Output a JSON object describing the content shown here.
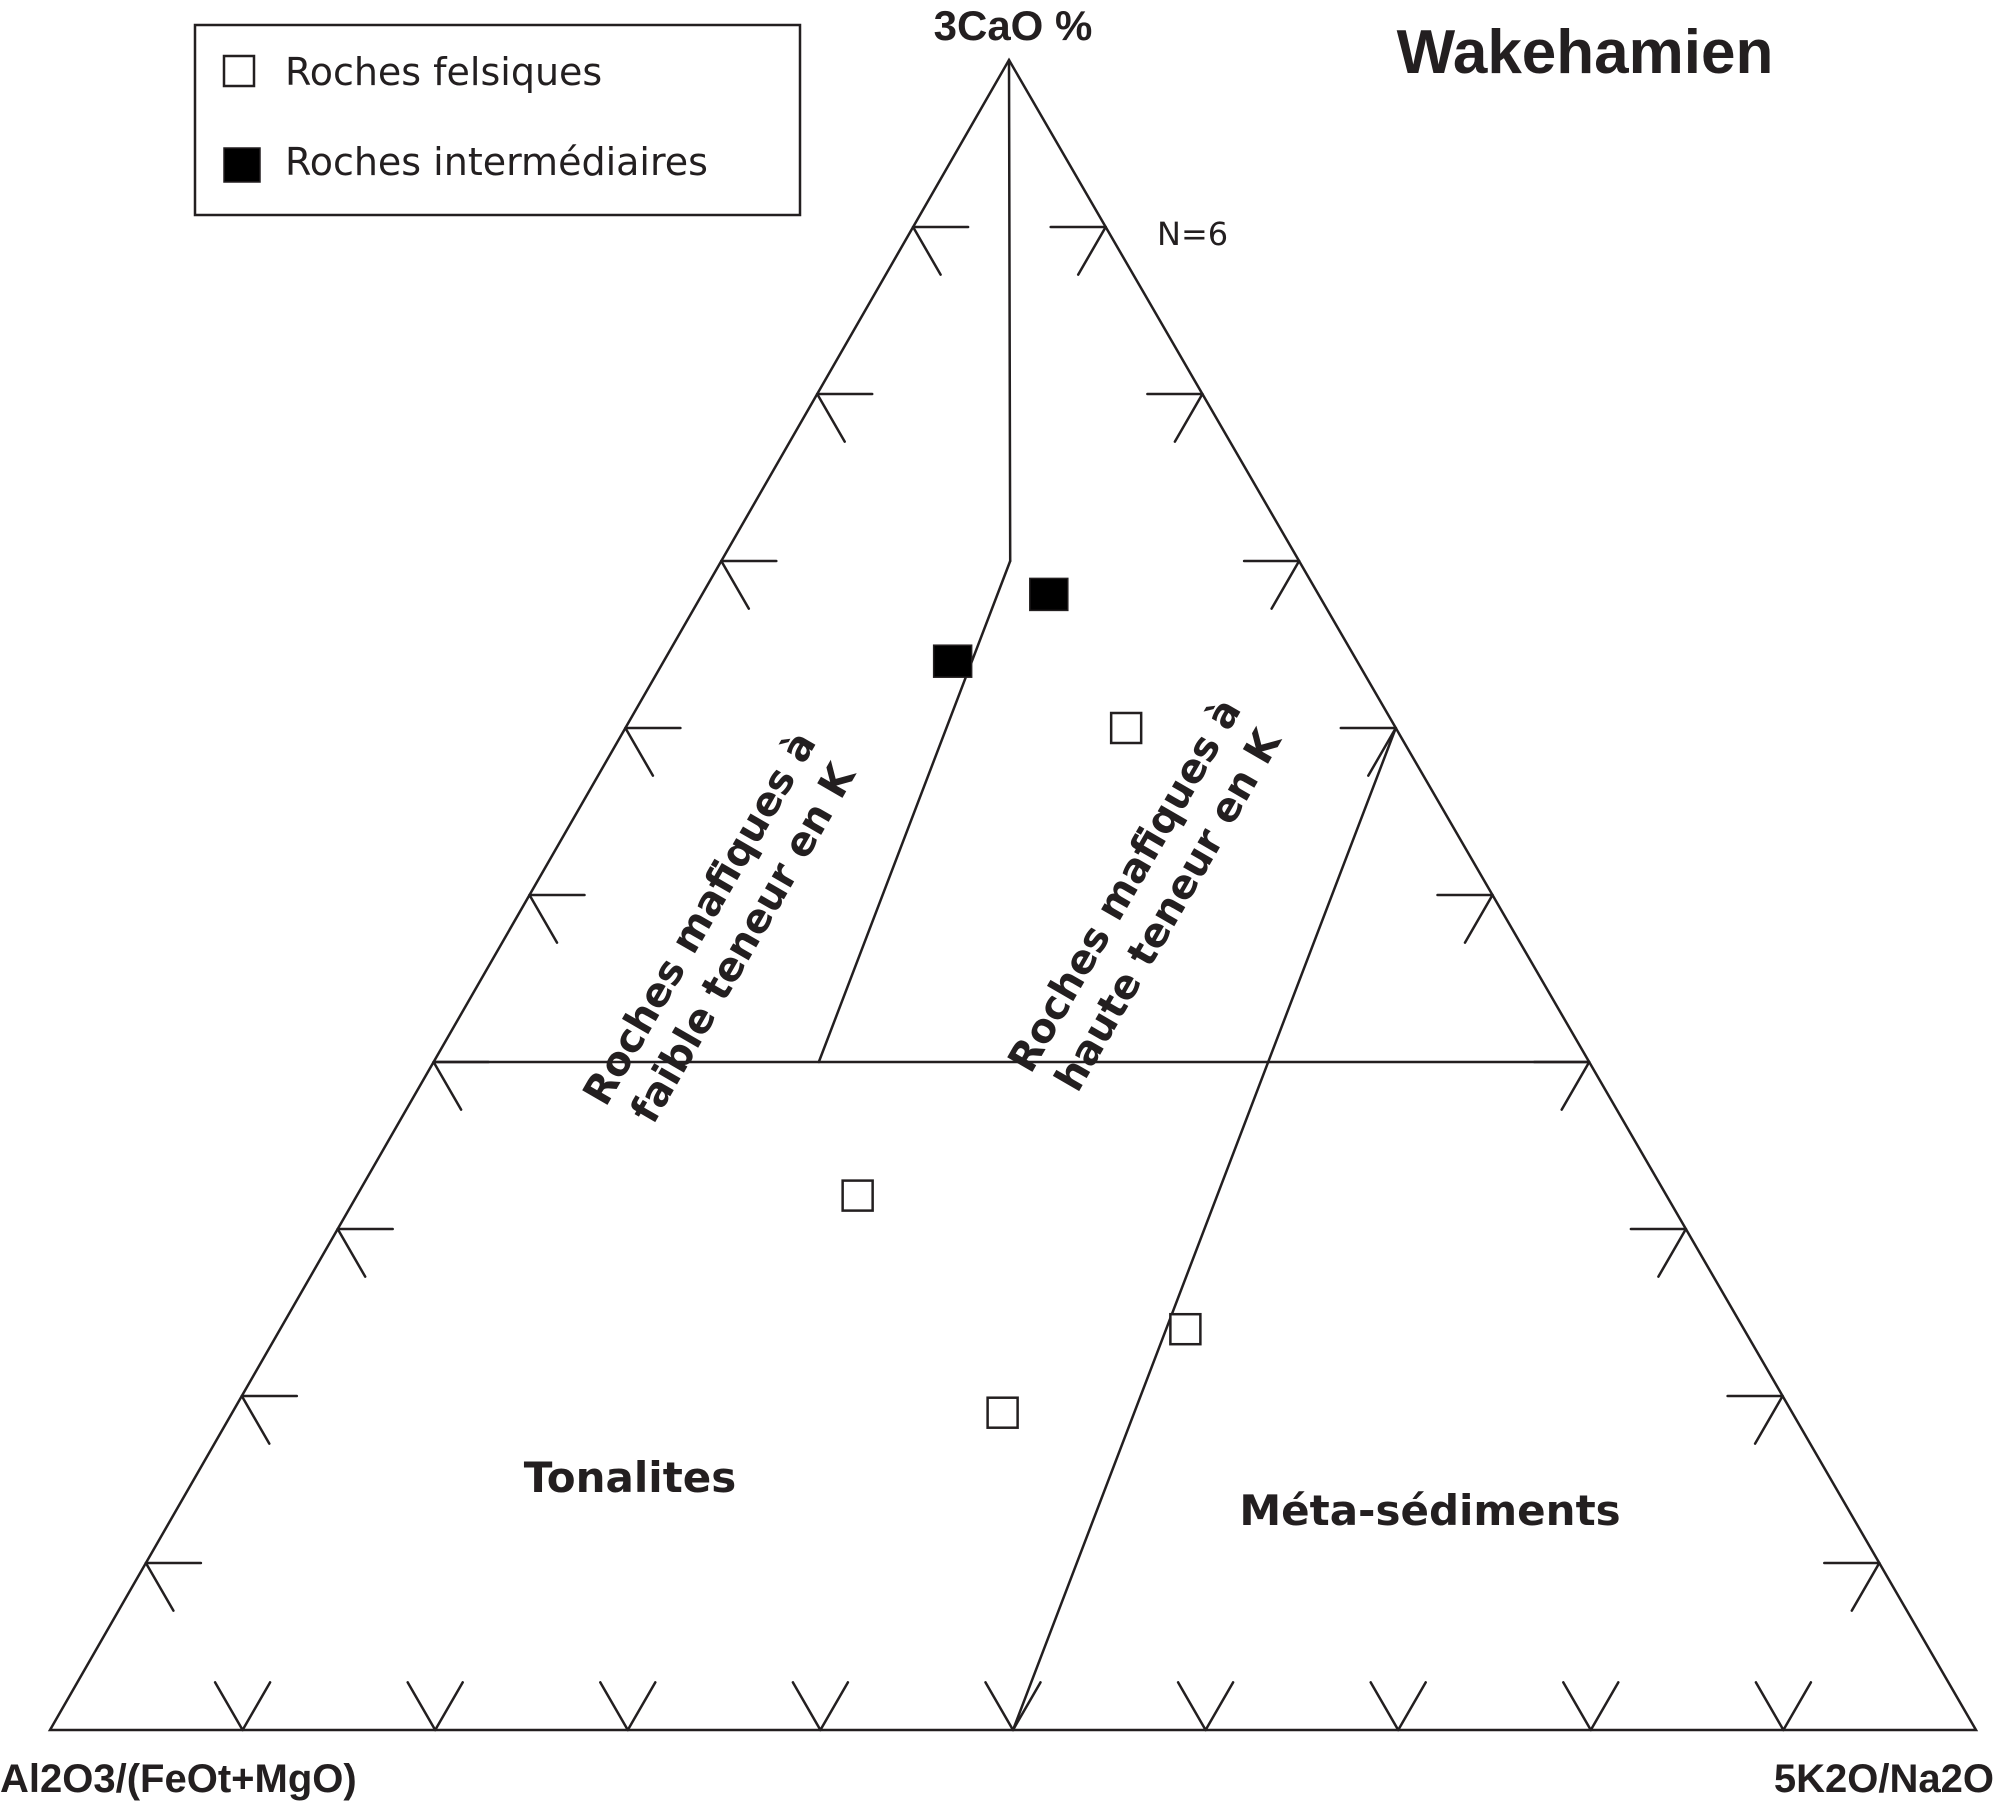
{
  "chart_data": {
    "type": "scatter",
    "subtype": "ternary",
    "title": "Wakehamien",
    "apices": {
      "top": "3CaO %",
      "left": "Al2O3/(FeOt+MgO)",
      "right": "5K2O/Na2O"
    },
    "n_label": "N=6",
    "legend": {
      "placement": "top-left",
      "entries": [
        {
          "key": "felsic",
          "label": "Roches felsiques",
          "marker": "open-square"
        },
        {
          "key": "intermediate",
          "label": "Roches intermédiaires",
          "marker": "filled-square"
        }
      ]
    },
    "fields": {
      "tonalites": "Tonalites",
      "meta_sediments": "Méta-sédiments",
      "low_k_line1": "Roches mafiques à",
      "low_k_line2": "faible teneur en K",
      "high_k_line1": "Roches mafiques à",
      "high_k_line2": "haute teneur en K"
    },
    "field_boundaries": [
      {
        "from": {
          "top": 0.4,
          "left": 0.6,
          "right": 0.0
        },
        "to": {
          "top": 0.4,
          "left": 0.0,
          "right": 0.6
        }
      },
      {
        "from": {
          "top": 0.0,
          "left": 0.5,
          "right": 0.5
        },
        "to": {
          "top": 0.6,
          "left": 0.0,
          "right": 0.4
        }
      },
      {
        "from": {
          "top": 0.4,
          "left": 0.4,
          "right": 0.2
        },
        "to": {
          "top": 0.7,
          "left": 0.15,
          "right": 0.15
        }
      },
      {
        "from": {
          "top": 0.7,
          "left": 0.15,
          "right": 0.15
        },
        "to": {
          "top": 1.0,
          "left": 0.0,
          "right": 0.0
        }
      }
    ],
    "ticks_per_side": 9,
    "series": [
      {
        "name": "Roches felsiques",
        "marker": "open-square",
        "points": [
          {
            "top": 0.6,
            "left": 0.14,
            "right": 0.26
          },
          {
            "top": 0.32,
            "left": 0.42,
            "right": 0.26
          },
          {
            "top": 0.24,
            "left": 0.29,
            "right": 0.47
          },
          {
            "top": 0.19,
            "left": 0.41,
            "right": 0.4
          }
        ]
      },
      {
        "name": "Roches intermédiaires",
        "marker": "filled-square",
        "points": [
          {
            "top": 0.64,
            "left": 0.21,
            "right": 0.15
          },
          {
            "top": 0.68,
            "left": 0.14,
            "right": 0.18
          }
        ]
      }
    ],
    "colors": {
      "line": "#231f20",
      "marker_fill": "#000000",
      "background": "#ffffff"
    }
  }
}
